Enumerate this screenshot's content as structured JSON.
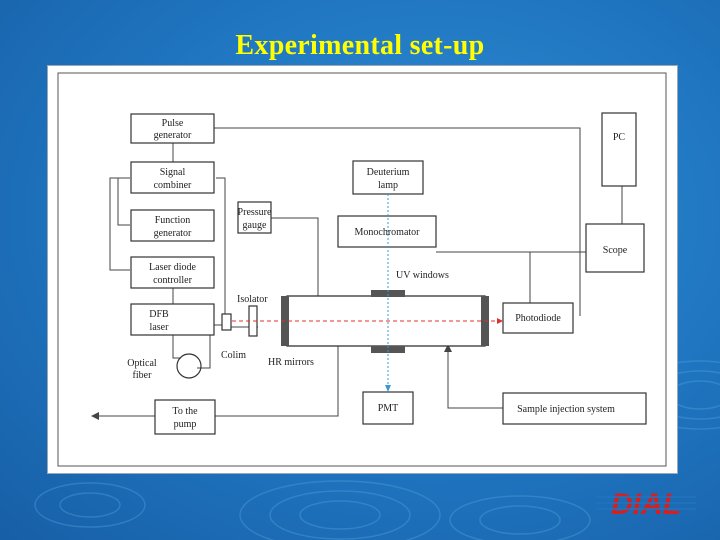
{
  "slide": {
    "title": "Experimental set-up"
  },
  "diagram": {
    "boxes": {
      "pulse_generator": [
        "Pulse",
        "generator"
      ],
      "signal_combiner": [
        "Signal",
        "combiner"
      ],
      "function_generator": [
        "Function",
        "generator"
      ],
      "laser_diode_controller": [
        "Laser diode",
        "controller"
      ],
      "dfb_laser": [
        "DFB",
        "laser"
      ],
      "pressure_gauge": [
        "Pressure",
        "gauge"
      ],
      "deuterium_lamp": [
        "Deuterium",
        "lamp"
      ],
      "monochromator": "Monochromator",
      "pc": "PC",
      "scope": "Scope",
      "photodiode": "Photodiode",
      "pmt": "PMT",
      "sample_injection": "Sample injection system",
      "to_the_pump": [
        "To the",
        "pump"
      ]
    },
    "labels": {
      "uv_windows": "UV windows",
      "isolator": "Isolator",
      "colim": "Colim",
      "hr_mirrors": "HR mirrors",
      "optical_fiber": [
        "Optical",
        "fiber"
      ]
    },
    "colors": {
      "laser_beam": "#e03030",
      "uv_beam": "#3a9ad9"
    }
  },
  "logo": {
    "text": "DIAL",
    "color": "#d42020"
  }
}
